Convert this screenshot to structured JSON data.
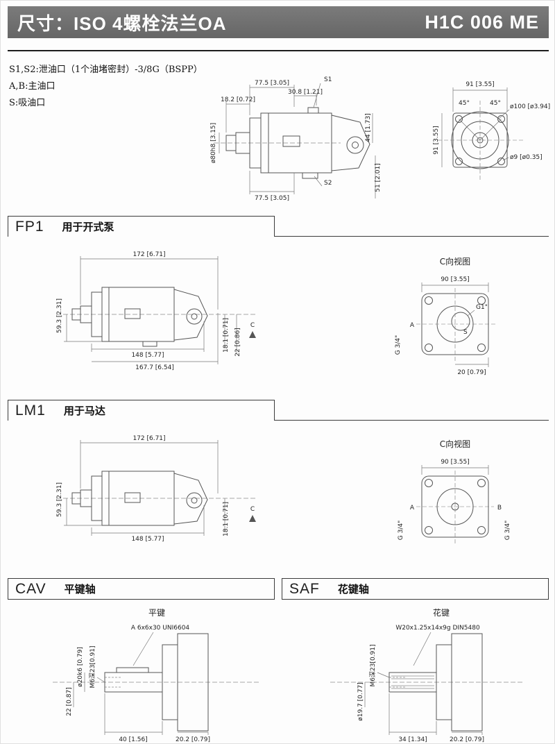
{
  "header": {
    "title": "尺寸：ISO 4螺栓法兰OA",
    "model": "H1C 006 ME"
  },
  "notes": {
    "line1": "S1,S2:泄油口（1个油堵密封）-3/8G（BSPP）",
    "line2": "A,B:主油口",
    "line3": "S:吸油口"
  },
  "top": {
    "side": {
      "dim_top_width": "77.5 [3.05]",
      "s1": "S1",
      "dim_shaft_len": "18.2 [0.72]",
      "dim_mid": "30.8 [1.21]",
      "dim_height_right": "44 [1.73]",
      "dim_shaft_dia": "ø80h8 [3.15]",
      "dim_bottom_width": "77.5 [3.05]",
      "s2": "S2",
      "dim_bottom_right": "51 [2.01]"
    },
    "front": {
      "dim_width": "91 [3.55]",
      "angle_left": "45°",
      "angle_right": "45°",
      "dia_outer": "ø100 [ø3.94]",
      "dim_height": "91 [3.55]",
      "dia_bolt": "ø9 [ø0.35]"
    }
  },
  "fp1": {
    "code": "FP1",
    "title": "用于开式泵",
    "drawing": {
      "dim_total": "172 [6.71]",
      "dim_height": "59.3 [2.31]",
      "dim_148": "148 [5.77]",
      "dim_167": "167.7 [6.54]",
      "dim_181": "18.1 [0.71]",
      "dim_22": "22 [0.86]",
      "view_marker": "C"
    },
    "view": {
      "title": "C向视图",
      "dim_width": "90 [3.55]",
      "port_g1": "G1\"",
      "label_a": "A",
      "label_s": "S",
      "port_g34": "G 3/4\"",
      "dim_20": "20 [0.79]"
    }
  },
  "lm1": {
    "code": "LM1",
    "title": "用于马达",
    "drawing": {
      "dim_total": "172 [6.71]",
      "dim_height": "59.3 [2.31]",
      "dim_148": "148 [5.77]",
      "dim_181": "18.1 [0.71]",
      "view_marker": "C"
    },
    "view": {
      "title": "C向视图",
      "dim_width": "90 [3.55]",
      "label_a": "A",
      "label_b": "B",
      "port_g34_left": "G 3/4\"",
      "port_g34_right": "G 3/4\""
    }
  },
  "cav": {
    "code": "CAV",
    "title": "平键轴",
    "drawing": {
      "subtitle": "平键",
      "key_spec": "A 6x6x30 UNI6604",
      "dia": "ø20k6 [0.79]",
      "thread": "M6深23[0.91]",
      "dim_22": "22 [0.87]",
      "dim_40": "40 [1.56]",
      "dim_202": "20.2 [0.79]"
    }
  },
  "saf": {
    "code": "SAF",
    "title": "花键轴",
    "drawing": {
      "subtitle": "花键",
      "spline_spec": "W20x1.25x14x9g DIN5480",
      "thread": "M6深23[0.91]",
      "dia": "ø19.7 [0.77]",
      "dim_34": "34 [1.34]",
      "dim_202": "20.2 [0.79]"
    }
  }
}
